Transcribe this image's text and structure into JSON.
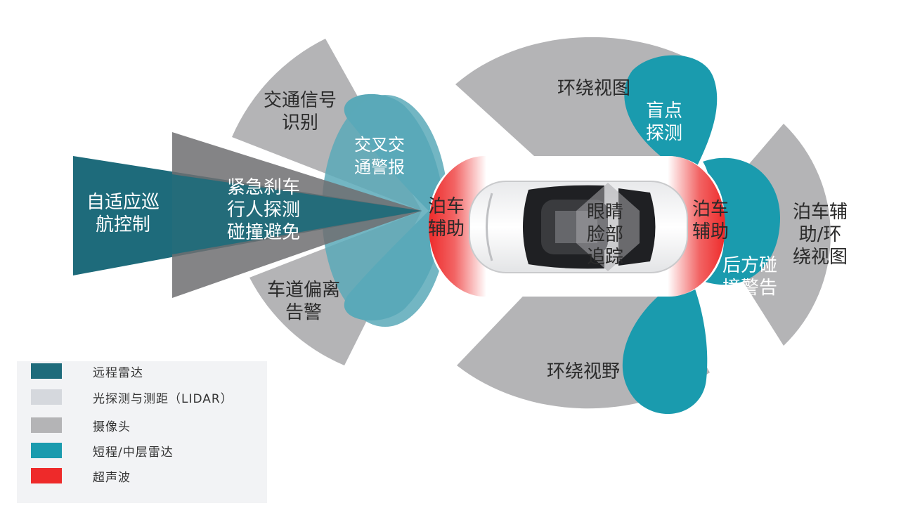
{
  "features": {
    "acc": "自适应巡\n航控制",
    "aeb": "紧急刹车\n行人探测\n碰撞避免",
    "traffic_sign": "交通信号\n识别",
    "cross_traffic": "交叉交\n通警报",
    "lane_departure": "车道偏离\n告警",
    "park_front": "泊车\n辅助",
    "park_rear": "泊车\n辅助",
    "eye_tracking": "眼睛\n脸部\n追踪",
    "surround_top": "环绕视图",
    "blind_spot": "盲点\n探测",
    "park_surround_rear": "泊车辅\n助/环\n绕视图",
    "rear_collision": "后方碰\n撞警告",
    "surround_bottom": "环绕视野"
  },
  "legend": [
    {
      "label": "远程雷达",
      "color": "#1e6b7b"
    },
    {
      "label": "光探测与测距（LIDAR）",
      "color": "#d5d8dd"
    },
    {
      "label": "摄像头",
      "color": "#b4b4b6"
    },
    {
      "label": "短程/中层雷达",
      "color": "#1a9bae"
    },
    {
      "label": "超声波",
      "color": "#ee2a2a"
    }
  ],
  "colors": {
    "long_range_radar": "#1e6b7b",
    "camera": "#b4b4b6",
    "camera_dark": "#6e6f71",
    "short_mid_radar": "#1a9bae",
    "cross_traffic_radar": "#5aa9b8",
    "ultrasonic": "#ee2a2a",
    "lidar": "#d5d8dd"
  }
}
